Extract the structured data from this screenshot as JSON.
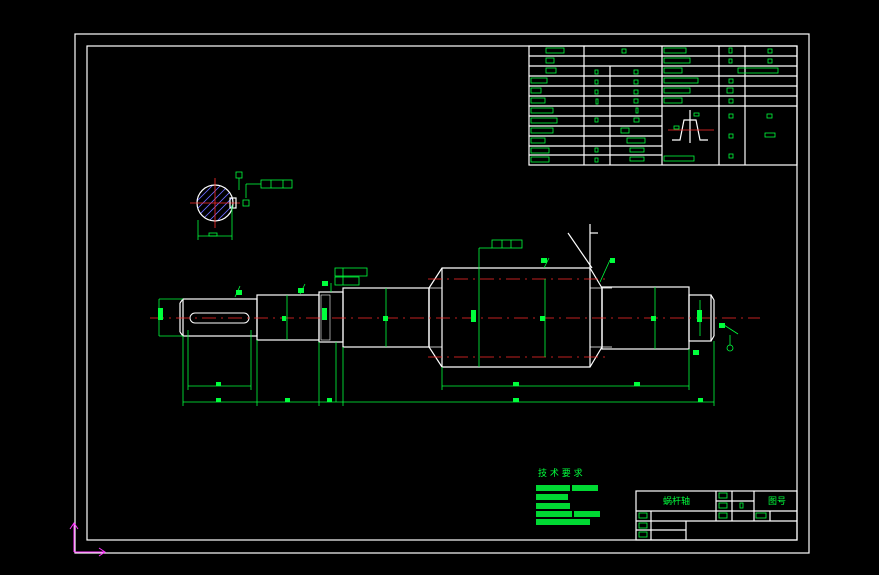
{
  "drawing": {
    "part_name": "蜗杆轴",
    "drawing_no_label": "图号",
    "tech_req_title": "技 术 要 求"
  },
  "colors": {
    "background": "#000000",
    "outline": "#ffffff",
    "dimension": "#00ff3c",
    "centerline": "#ff2a2a",
    "ucs": "#ff33ff"
  },
  "icons": [
    "ucs-axis-icon",
    "roughness-symbol-icon",
    "datum-symbol-icon"
  ]
}
